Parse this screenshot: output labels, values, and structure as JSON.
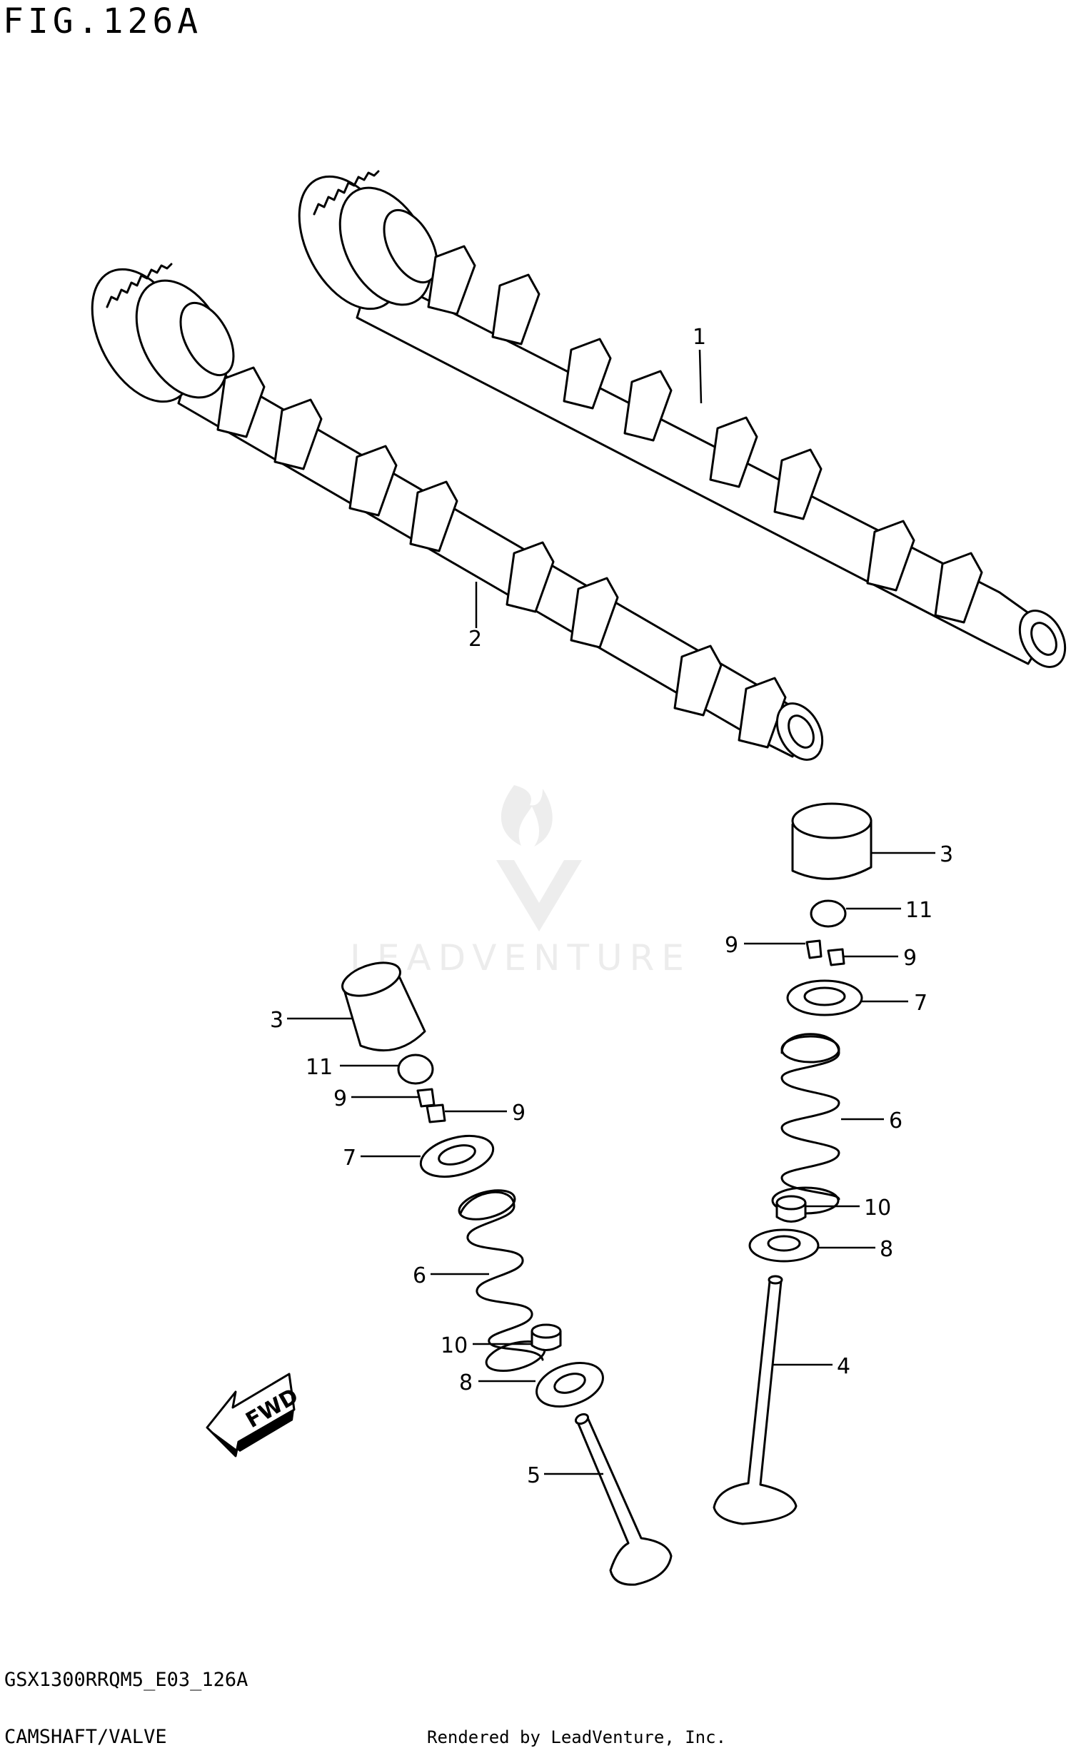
{
  "figure": {
    "title": "FIG.126A"
  },
  "watermark": {
    "text": "LEADVENTURE"
  },
  "footer": {
    "model_code": "GSX1300RRQM5_E03_126A",
    "section_name": "CAMSHAFT/VALVE",
    "credit": "Rendered by LeadVenture, Inc."
  },
  "direction_badge": {
    "text": "FWD"
  },
  "callouts": [
    {
      "id": "c1",
      "number": "1"
    },
    {
      "id": "c2",
      "number": "2"
    },
    {
      "id": "c3r",
      "number": "3"
    },
    {
      "id": "c11r",
      "number": "11"
    },
    {
      "id": "c9ra",
      "number": "9"
    },
    {
      "id": "c9rb",
      "number": "9"
    },
    {
      "id": "c7r",
      "number": "7"
    },
    {
      "id": "c6r",
      "number": "6"
    },
    {
      "id": "c10r",
      "number": "10"
    },
    {
      "id": "c8r",
      "number": "8"
    },
    {
      "id": "c4",
      "number": "4"
    },
    {
      "id": "c3l",
      "number": "3"
    },
    {
      "id": "c11l",
      "number": "11"
    },
    {
      "id": "c9la",
      "number": "9"
    },
    {
      "id": "c9lb",
      "number": "9"
    },
    {
      "id": "c7l",
      "number": "7"
    },
    {
      "id": "c6l",
      "number": "6"
    },
    {
      "id": "c10l",
      "number": "10"
    },
    {
      "id": "c8l",
      "number": "8"
    },
    {
      "id": "c5",
      "number": "5"
    }
  ]
}
